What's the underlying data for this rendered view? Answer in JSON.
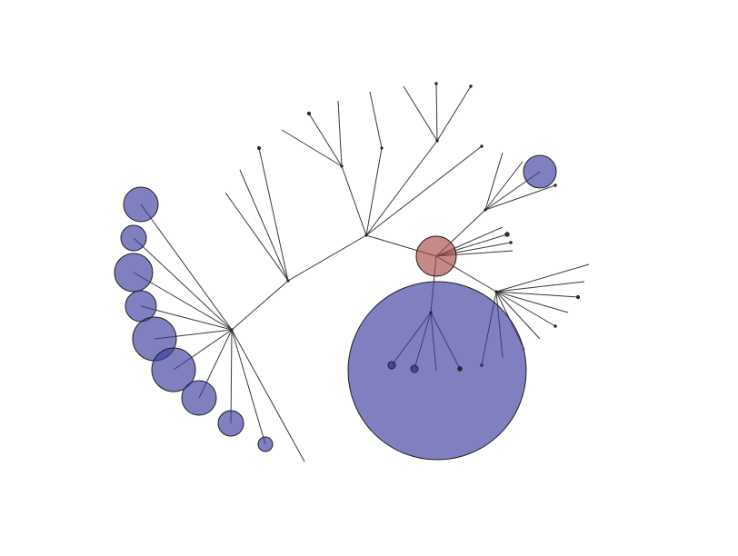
{
  "colors": {
    "background": "#ffffff",
    "edge": "#3a3a3a",
    "node_default": "#3c3c9e",
    "node_highlight": "#a84a4a",
    "outline": "#202020"
  },
  "tree": {
    "root": "A",
    "nodes": [
      {
        "id": "A",
        "kind": "branch"
      },
      {
        "id": "B",
        "kind": "branch"
      },
      {
        "id": "C",
        "kind": "branch"
      },
      {
        "id": "D",
        "kind": "branch"
      },
      {
        "id": "E",
        "kind": "branch"
      },
      {
        "id": "F",
        "kind": "branch"
      },
      {
        "id": "G",
        "kind": "branch"
      },
      {
        "id": "H",
        "kind": "branch",
        "size": "medium",
        "color": "highlight"
      },
      {
        "id": "I",
        "kind": "branch"
      },
      {
        "id": "J",
        "kind": "branch"
      },
      {
        "id": "K",
        "kind": "branch",
        "size": "xlarge"
      }
    ]
  }
}
